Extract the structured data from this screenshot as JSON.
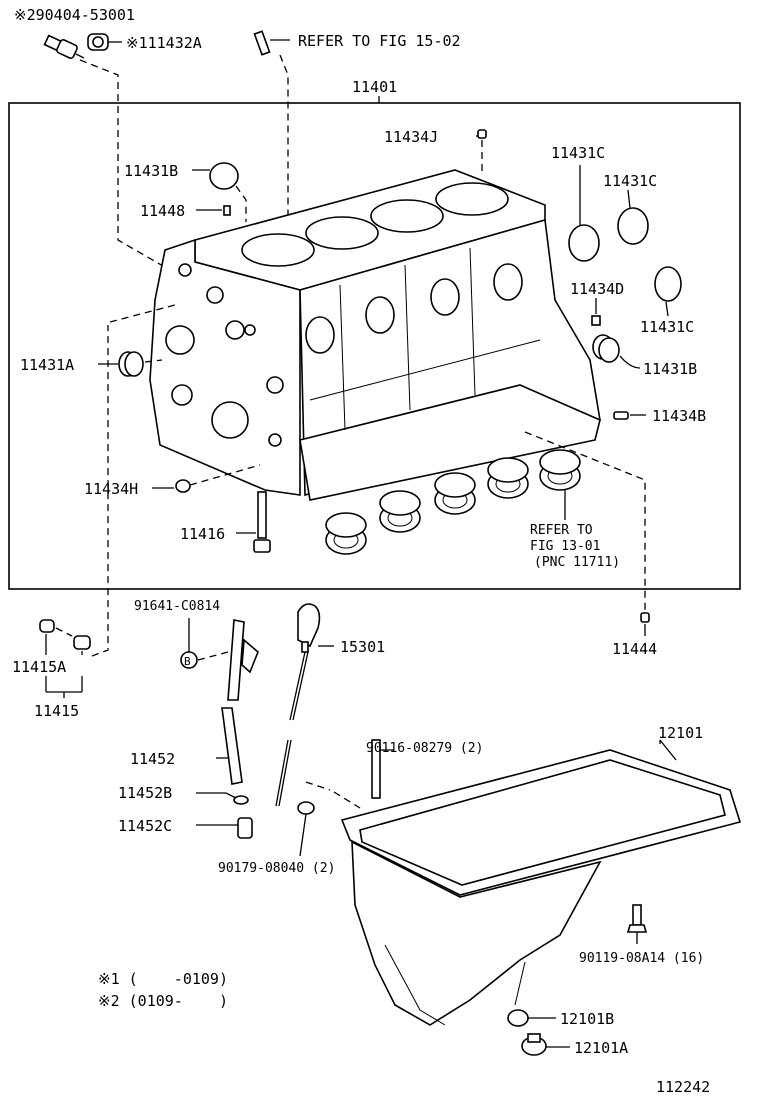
{
  "labels": {
    "p9040453001": "※290404-53001",
    "p11432A": "※111432A",
    "refer1502": "REFER TO FIG 15-02",
    "p11401": "11401",
    "p11434J": "11434J",
    "p11431C_a": "11431C",
    "p11431C_b": "11431C",
    "p11431C_c": "11431C",
    "p11431B_a": "11431B",
    "p11431B_b": "11431B",
    "p11448": "11448",
    "p11434D": "11434D",
    "p11431A": "11431A",
    "p11434B": "11434B",
    "p11434H": "11434H",
    "p11416": "11416",
    "refer1301_line1": "REFER TO",
    "refer1301_line2": "FIG 13-01",
    "refer1301_line3": "(PNC 11711)",
    "p91641C0814": "91641-C0814",
    "p15301": "15301",
    "p11444": "11444",
    "p11415A": "11415A",
    "p11415": "11415",
    "p11452": "11452",
    "p11452B": "11452B",
    "p11452C": "11452C",
    "p9011608279": "90116-08279 (2)",
    "p12101": "12101",
    "p9017908040": "90179-08040 (2)",
    "p9011908A14": "90119-08A14 (16)",
    "note1": "※1 (    -0109)",
    "note2": "※2 (0109-    )",
    "p12101B": "12101B",
    "p12101A": "12101A",
    "figno": "112242"
  }
}
